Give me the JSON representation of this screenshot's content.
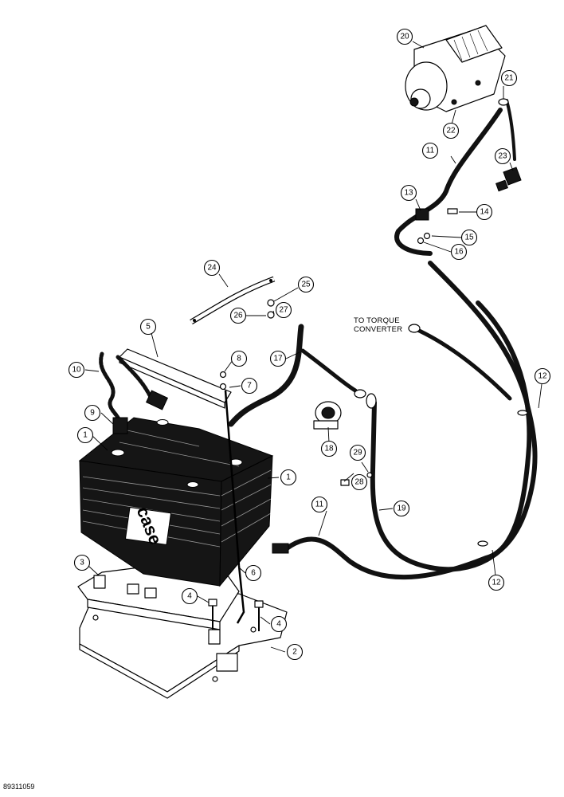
{
  "figure_id": "89311059",
  "note": {
    "line1": "TO TORQUE",
    "line2": "CONVERTER"
  },
  "battery_logo": "case",
  "callouts": [
    "1",
    "1",
    "2",
    "3",
    "4",
    "4",
    "5",
    "6",
    "7",
    "8",
    "9",
    "10",
    "11",
    "11",
    "12",
    "12",
    "13",
    "14",
    "15",
    "16",
    "17",
    "18",
    "19",
    "20",
    "21",
    "22",
    "23",
    "24",
    "25",
    "26",
    "27",
    "28",
    "29"
  ]
}
